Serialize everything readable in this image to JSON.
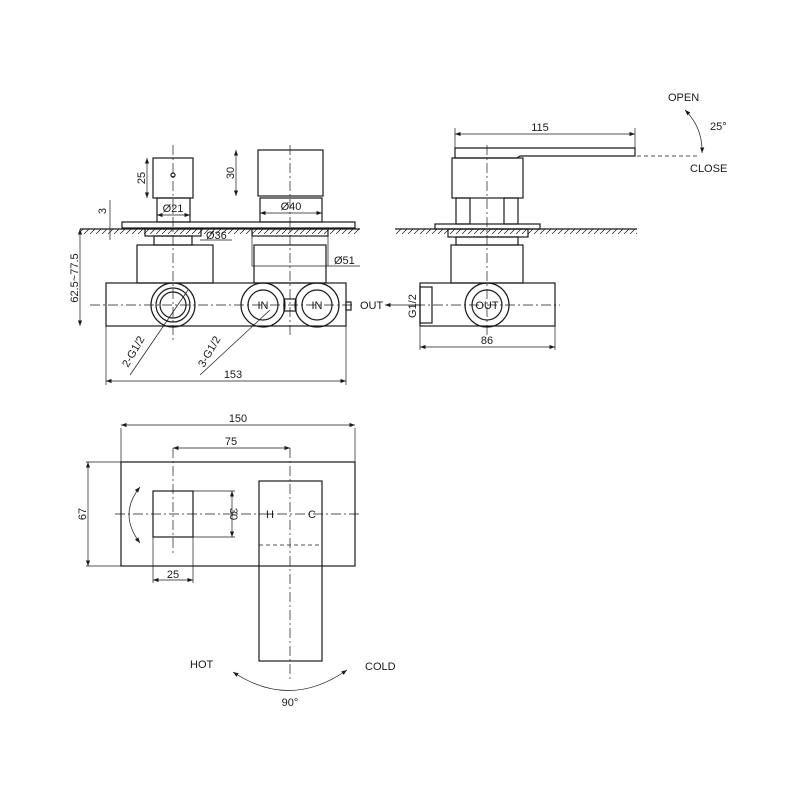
{
  "front_view": {
    "dim_handle_height_left": "25",
    "dim_stem_left": "Ø21",
    "dim_plate": "3",
    "dim_ring_left": "Ø36",
    "dim_handle_height_right": "30",
    "dim_stem_right": "Ø40",
    "dim_ring_right": "Ø51",
    "dim_depth": "62.5~77.5",
    "thread_left": "2-G1/2",
    "thread_right": "3-G1/2",
    "dim_width": "153",
    "inlet_1": "IN",
    "inlet_2": "IN",
    "outlet": "OUT"
  },
  "side_view": {
    "dim_lever": "115",
    "open_label": "OPEN",
    "close_label": "CLOSE",
    "angle": "25°",
    "outlet": "OUT",
    "thread": "G1/2",
    "dim_width": "86"
  },
  "top_view": {
    "dim_plate_width": "150",
    "dim_center": "75",
    "dim_plate_height": "67",
    "dim_knob_height": "30",
    "dim_knob_width": "25",
    "mark_h": "H",
    "mark_c": "C",
    "hot_label": "HOT",
    "cold_label": "COLD",
    "angle": "90°"
  }
}
